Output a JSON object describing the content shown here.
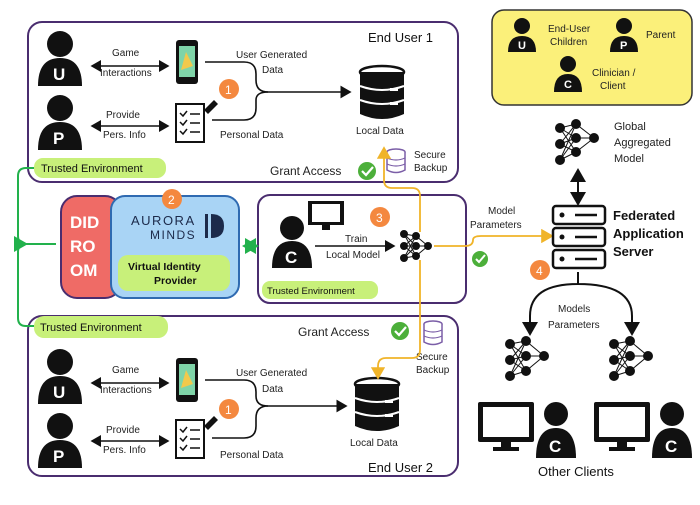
{
  "legend": {
    "u_letter": "U",
    "u_text_1": "End-User",
    "u_text_2": "Children",
    "p_letter": "P",
    "p_text": "Parent",
    "c_letter": "C",
    "c_text_1": "Clinician /",
    "c_text_2": "Client"
  },
  "user1": {
    "title": "End User 1",
    "u_letter": "U",
    "p_letter": "P",
    "game_1": "Game",
    "game_2": "Interactions",
    "provide_1": "Provide",
    "provide_2": "Pers. Info",
    "ugd_1": "User Generated",
    "ugd_2": "Data",
    "personal": "Personal Data",
    "local": "Local Data",
    "step": "1",
    "grant": "Grant Access",
    "secure_1": "Secure",
    "secure_2": "Backup",
    "trusted": "Trusted Environment"
  },
  "user2": {
    "title": "End User 2",
    "u_letter": "U",
    "p_letter": "P",
    "game_1": "Game",
    "game_2": "Interactions",
    "provide_1": "Provide",
    "provide_2": "Pers. Info",
    "ugd_1": "User Generated",
    "ugd_2": "Data",
    "personal": "Personal Data",
    "local": "Local Data",
    "step": "1",
    "grant": "Grant Access",
    "secure_1": "Secure",
    "secure_2": "Backup",
    "trusted": "Trusted Environment"
  },
  "didroom": {
    "line1": "DID",
    "line2": "RO",
    "line3": "OM"
  },
  "aurora": {
    "logo_1": "AURORA",
    "logo_2": "MINDS",
    "step": "2",
    "vip_1": "Virtual Identity",
    "vip_2": "Provider"
  },
  "clinician": {
    "letter": "C",
    "train_1": "Train",
    "train_2": "Local Model",
    "step": "3",
    "trusted": "Trusted Environment"
  },
  "server": {
    "global_1": "Global",
    "global_2": "Aggregated",
    "global_3": "Model",
    "fed_1": "Federated",
    "fed_2": "Application",
    "fed_3": "Server",
    "model_params_1": "Model",
    "model_params_2": "Parameters",
    "models_params_1": "Models",
    "models_params_2": "Parameters",
    "step": "4"
  },
  "others": {
    "c_letter_1": "C",
    "c_letter_2": "C",
    "label": "Other Clients"
  },
  "colors": {
    "panel_border": "#4a2d6f",
    "green_label": "#c8f07a",
    "green_line": "#22b14c",
    "step_orange": "#f4883f",
    "gold_line": "#f0b429",
    "legend_bg": "#fbf07a",
    "aurora_bg": "#a9d4f5",
    "aurora_border": "#2f6ab1",
    "didroom_bg": "#ef6b66",
    "check_green": "#4caf3a",
    "db_purple": "#7b5ea7"
  }
}
